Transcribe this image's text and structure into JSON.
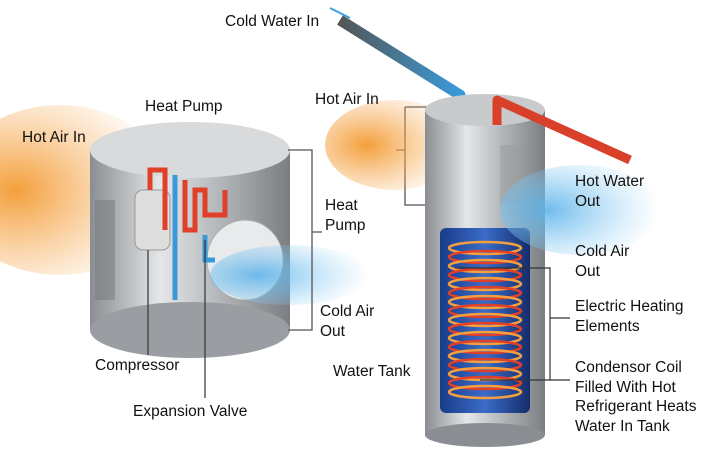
{
  "labels": {
    "cold_water_in": "Cold Water In",
    "heat_pump_title": "Heat Pump",
    "hot_air_in_left": "Hot Air In",
    "hot_air_in_right": "Hot Air In",
    "heat_pump_bracket": [
      "Heat",
      "Pump"
    ],
    "cold_air_out_left": [
      "Cold Air",
      "Out"
    ],
    "compressor": "Compressor",
    "expansion_valve": "Expansion Valve",
    "water_tank": "Water Tank",
    "hot_water_out": [
      "Hot Water",
      "Out"
    ],
    "cold_air_out_right": [
      "Cold Air",
      "Out"
    ],
    "electric_heating_elements": [
      "Electric Heating",
      "Elements"
    ],
    "condensor_coil": [
      "Condensor Coil",
      "Filled With Hot",
      "Refrigerant Heats",
      "Water In Tank"
    ]
  },
  "colors": {
    "hot": "#e0402a",
    "cold": "#3a9ad9",
    "hot_air": "#f5a040",
    "cold_air": "#7cc4ee",
    "metal": "#b8bcc0"
  }
}
